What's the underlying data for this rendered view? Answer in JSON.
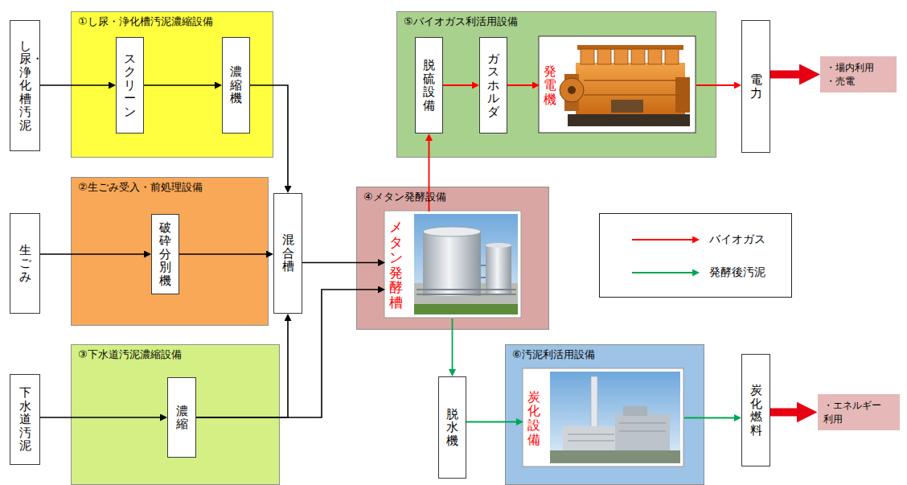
{
  "diagram": {
    "nodes": [
      {
        "text": [
          "し尿・浄化槽汚泥"
        ]
      },
      {
        "text": [
          "①し尿・浄化槽汚泥濃縮設備"
        ]
      },
      {
        "text": [
          "スクリーン"
        ],
        "in": 1
      },
      {
        "text": [
          "濃縮機"
        ],
        "in": 1
      },
      {
        "text": [
          "⑤バイオガス利活用設備"
        ]
      },
      {
        "text": [
          "脱硫設備"
        ],
        "in": 4
      },
      {
        "text": [
          "ガスホルダ"
        ],
        "in": 4
      },
      {
        "text": [
          "発電機"
        ],
        "in": 4
      },
      {
        "text": [
          "電力"
        ]
      },
      {
        "text": [
          "・場内利用",
          "・売電"
        ]
      },
      {
        "text": [
          "生ごみ"
        ]
      },
      {
        "text": [
          "②生ごみ受入・前処理設備"
        ]
      },
      {
        "text": [
          "破砕分別機"
        ],
        "in": 11
      },
      {
        "text": [
          "混合槽"
        ]
      },
      {
        "text": [
          "④メタン発酵設備"
        ]
      },
      {
        "text": [
          "メタン発酵槽"
        ],
        "in": 14
      },
      {
        "text": [
          "下水道汚泥"
        ]
      },
      {
        "text": [
          "③下水道汚泥濃縮設備"
        ]
      },
      {
        "text": [
          "濃縮"
        ],
        "in": 17
      },
      {
        "text": [
          "脱水機"
        ]
      },
      {
        "text": [
          "⑥汚泥利活用設備"
        ]
      },
      {
        "text": [
          "炭化設備"
        ],
        "in": 20
      },
      {
        "text": [
          "炭化燃料"
        ]
      },
      {
        "text": [
          "・エネルギー 利用"
        ]
      }
    ],
    "edges": [
      {
        "from": 0,
        "to": 2,
        "arrow": "to"
      },
      {
        "from": 2,
        "to": 3,
        "arrow": "to"
      },
      {
        "from": 3,
        "to": 13,
        "arrow": "to"
      },
      {
        "from": 10,
        "to": 12,
        "arrow": "to"
      },
      {
        "from": 12,
        "to": 13,
        "arrow": "to"
      },
      {
        "from": 16,
        "to": 18,
        "arrow": "to"
      },
      {
        "from": 18,
        "to": 13,
        "arrow": "to"
      },
      {
        "from": 18,
        "to": 15,
        "arrow": "to"
      },
      {
        "from": 13,
        "to": 15,
        "arrow": "to"
      },
      {
        "from": 15,
        "to": 5,
        "arrow": "to"
      },
      {
        "from": 5,
        "to": 6,
        "arrow": "to"
      },
      {
        "from": 6,
        "to": 7,
        "arrow": "to"
      },
      {
        "from": 7,
        "to": 8,
        "arrow": "to"
      },
      {
        "from": 8,
        "to": 9,
        "arrow": "to"
      },
      {
        "from": 15,
        "to": 19,
        "arrow": "to"
      },
      {
        "from": 19,
        "to": 21,
        "arrow": "to"
      },
      {
        "from": 21,
        "to": 22,
        "arrow": "to"
      },
      {
        "from": 22,
        "to": 23,
        "arrow": "to"
      }
    ],
    "legend": [
      {
        "text": "バイオガス"
      },
      {
        "text": "発酵後汚泥"
      }
    ]
  }
}
